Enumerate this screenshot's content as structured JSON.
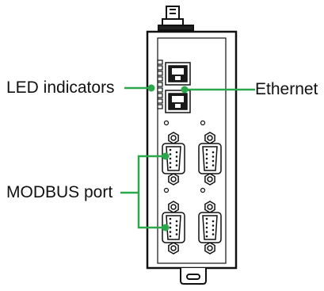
{
  "callouts": {
    "led": "LED indicators",
    "ethernet": "Ethernet",
    "modbus": "MODBUS port"
  },
  "colors": {
    "callout_line": "#2aa84a",
    "device_outline": "#111111",
    "device_fill": "#ffffff"
  }
}
